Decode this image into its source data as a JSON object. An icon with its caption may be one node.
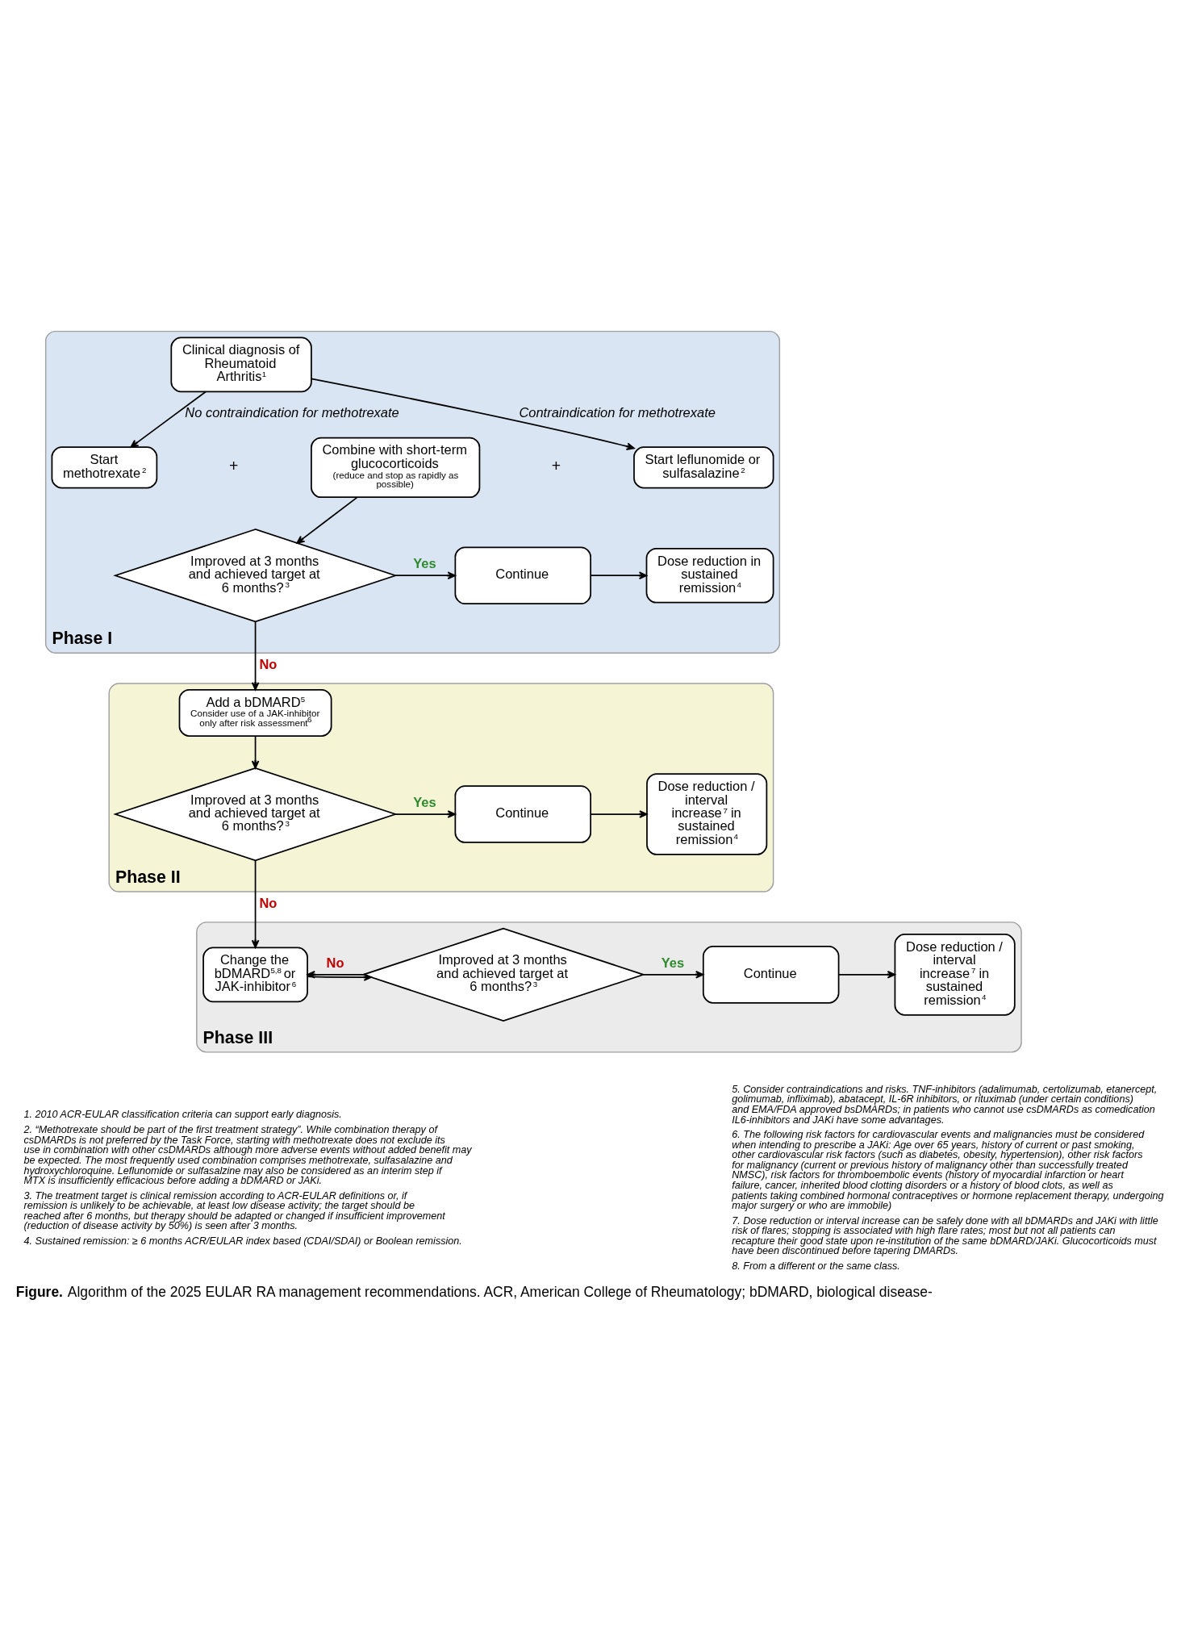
{
  "diagram": {
    "caption": "**Figure.** Algorithm of the 2025 EULAR RA management recommendations. ACR, American College of Rheumatology; bDMARD, biological disease-",
    "nodes": [
      {
        "text": [
          "Phase I"
        ]
      },
      {
        "text": [
          "Clinical diagnosis of Rheumatoid Arthritis$^{1}$"
        ],
        "in": 0
      },
      {
        "text": [
          "Start methotrexate$^{2}$"
        ],
        "in": 0
      },
      {
        "text": [
          "Combine with short-term glucocorticoids",
          "(reduce and stop as rapidly as possible)"
        ],
        "in": 0
      },
      {
        "text": [
          "Start leflunomide or sulfasalazine$^{2}$"
        ],
        "in": 0
      },
      {
        "text": [
          "Improved at 3 months and achieved target at 6 months?$^{3}$"
        ],
        "in": 0
      },
      {
        "text": [
          "Continue"
        ],
        "in": 0
      },
      {
        "text": [
          "Dose reduction in sustained remission$^{4}$"
        ],
        "in": 0
      },
      {
        "text": [
          "Phase II"
        ]
      },
      {
        "text": [
          "Add a bDMARD$^{5}$",
          "Consider use of a JAK-inhibitor only after risk assessment$^{6}$"
        ],
        "in": 8
      },
      {
        "text": [
          "Improved at 3 months and achieved target at 6 months?$^{3}$"
        ],
        "in": 8
      },
      {
        "text": [
          "Continue"
        ],
        "in": 8
      },
      {
        "text": [
          "Dose reduction / interval increase$^{7}$ in sustained remission$^{4}$"
        ],
        "in": 8
      },
      {
        "text": [
          "Phase III"
        ]
      },
      {
        "text": [
          "Change the bDMARD$^{5,8}$ or JAK-inhibitor$^{6}$"
        ],
        "in": 13
      },
      {
        "text": [
          "Improved at 3 months and achieved target at 6 months?$^{3}$"
        ],
        "in": 13
      },
      {
        "text": [
          "Continue"
        ],
        "in": 13
      },
      {
        "text": [
          "Dose reduction / interval increase$^{7}$ in sustained remission$^{4}$"
        ],
        "in": 13
      }
    ],
    "edges": [
      {
        "from": 1,
        "to": 2,
        "arrow": "to",
        "label": "No contraindication for methotrexate"
      },
      {
        "from": 1,
        "to": 4,
        "arrow": "to",
        "label": "Contraindication for methotrexate"
      },
      {
        "from": 3,
        "to": 5,
        "arrow": "to"
      },
      {
        "from": 5,
        "to": 6,
        "arrow": "to",
        "label": "Yes"
      },
      {
        "from": 6,
        "to": 7,
        "arrow": "to"
      },
      {
        "from": 5,
        "to": 9,
        "arrow": "to",
        "label": "No"
      },
      {
        "from": 9,
        "to": 10,
        "arrow": "to"
      },
      {
        "from": 10,
        "to": 11,
        "arrow": "to",
        "label": "Yes"
      },
      {
        "from": 11,
        "to": 12,
        "arrow": "to"
      },
      {
        "from": 10,
        "to": 14,
        "arrow": "to",
        "label": "No"
      },
      {
        "from": 14,
        "to": 15,
        "arrow": "to"
      },
      {
        "from": 15,
        "to": 16,
        "arrow": "to",
        "label": "Yes"
      },
      {
        "from": 16,
        "to": 17,
        "arrow": "to"
      },
      {
        "from": 15,
        "to": 14,
        "arrow": "to",
        "label": "No"
      }
    ],
    "labels": [
      "+",
      "+",
      "1. 2010 ACR-EULAR classification criteria can support early diagnosis.",
      "2. “Methotrexate should be part of the first treatment strategy”. While combination therapy of csDMARDs is not preferred by the Task Force, starting with methotrexate does not exclude its use in combination with other csDMARDs although more adverse events without added benefit may be expected. The most frequently used combination comprises methotrexate, sulfasalazine and hydroxychloroquine. Leflunomide or sulfasalzine may also be considered as an interim step if MTX is insufficiently efficacious before adding a bDMARD or JAKi.",
      "3. The treatment target is clinical remission according to ACR-EULAR definitions or, if remission is unlikely to be achievable, at least low disease activity; the target should be reached after 6 months, but therapy should be adapted or changed if insufficient improvement (reduction of disease activity by 50%) is seen after 3 months.",
      "4. Sustained remission: ≥ 6 months ACR/EULAR index based (CDAI/SDAI) or Boolean remission.",
      "5. Consider contraindications and risks. TNF-inhibitors (adalimumab, certolizumab, etanercept, golimumab, infliximab), abatacept, IL-6R inhibitors, or rituximab (under certain conditions) and EMA/FDA approved bsDMARDs; in patients who cannot use csDMARDs as comedication IL6-inhibitors and JAKi have some advantages.",
      "6. The following risk factors for cardiovascular events and malignancies must be considered when intending to prescribe a JAKi: Age over 65 years, history of current or past smoking, other cardiovascular risk factors (such as diabetes, obesity, hypertension), other risk factors for malignancy (current or previous history of malignancy other than successfully treated NMSC), risk factors for thromboembolic events (history of myocardial infarction or heart failure, cancer, inherited blood clotting disorders or a history of blood clots, as well as patients taking combined hormonal contraceptives or hormone replacement therapy, undergoing major surgery or who are immobile)",
      "7. Dose reduction or interval increase can be safely done with all bDMARDs and JAKi with little risk of flares; stopping is associated with high flare rates; most but not all patients can recapture their good state upon re-institution of the same bDMARD/JAKi. Glucocorticoids must have been discontinued before tapering DMARDs.",
      "8. From a different or the same class."
    ]
  }
}
